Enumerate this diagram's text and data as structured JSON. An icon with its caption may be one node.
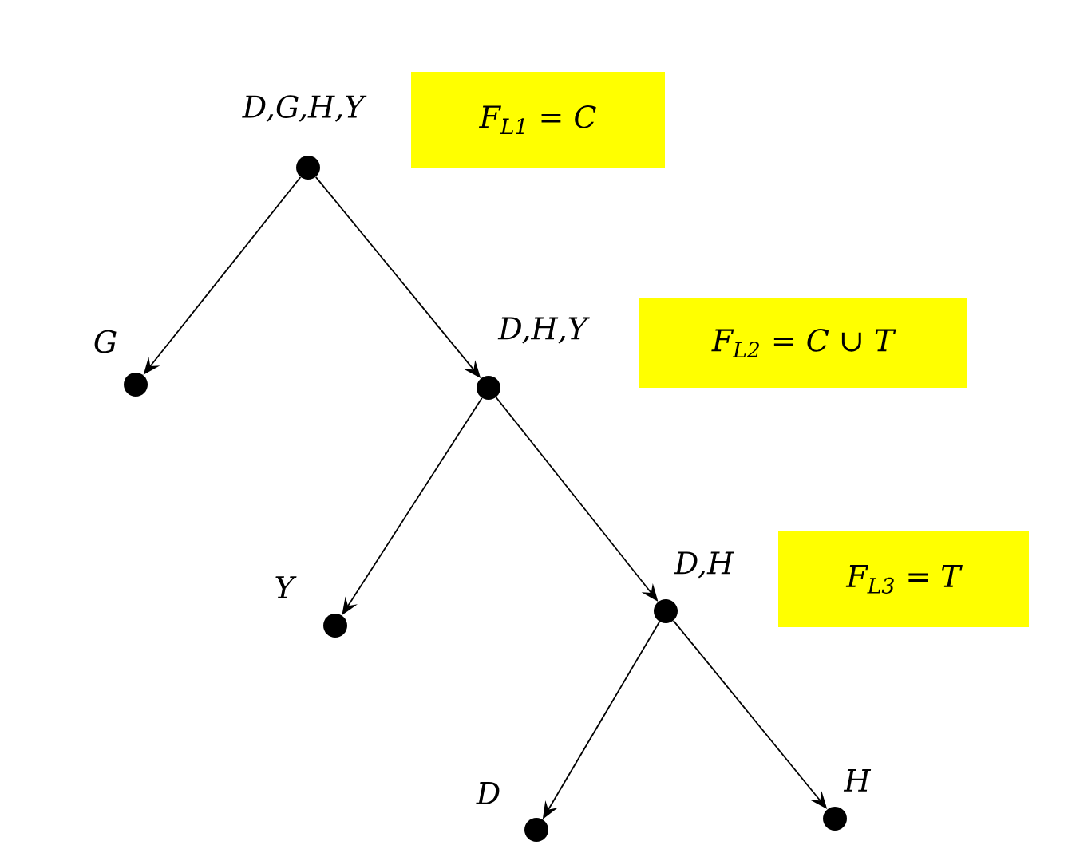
{
  "diagram": {
    "nodes": [
      {
        "text": [],
        "shape": "circle",
        "beside": [
          "D,G,H,Y"
        ]
      },
      {
        "text": [
          "F$_{L1}$ = C"
        ]
      },
      {
        "text": [],
        "shape": "circle",
        "beside": [
          "G"
        ]
      },
      {
        "text": [],
        "shape": "circle",
        "beside": [
          "D,H,Y"
        ]
      },
      {
        "text": [
          "F$_{L2}$ = C ∪ T"
        ]
      },
      {
        "text": [],
        "shape": "circle",
        "beside": [
          "Y"
        ]
      },
      {
        "text": [],
        "shape": "circle",
        "beside": [
          "D,H"
        ]
      },
      {
        "text": [
          "F$_{L3}$ = T"
        ]
      },
      {
        "text": [],
        "shape": "circle",
        "beside": [
          "D"
        ]
      },
      {
        "text": [],
        "shape": "circle",
        "beside": [
          "H"
        ]
      }
    ],
    "edges": [
      {
        "from": 0,
        "to": 2,
        "arrow": "to"
      },
      {
        "from": 0,
        "to": 3,
        "arrow": "to"
      },
      {
        "from": 3,
        "to": 5,
        "arrow": "to"
      },
      {
        "from": 3,
        "to": 6,
        "arrow": "to"
      },
      {
        "from": 6,
        "to": 8,
        "arrow": "to"
      },
      {
        "from": 6,
        "to": 9,
        "arrow": "to"
      }
    ]
  }
}
